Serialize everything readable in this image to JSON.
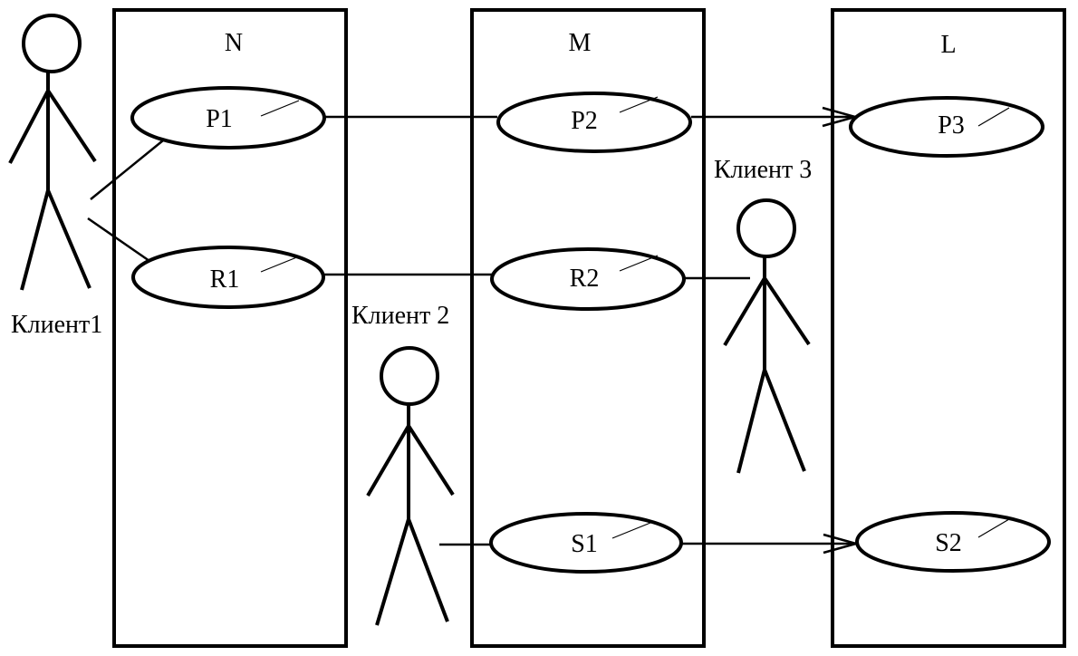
{
  "diagram": {
    "swimlanes": [
      {
        "id": "N",
        "title": "N"
      },
      {
        "id": "M",
        "title": "M"
      },
      {
        "id": "L",
        "title": "L"
      }
    ],
    "use_cases": [
      {
        "id": "P1",
        "label": "P1"
      },
      {
        "id": "R1",
        "label": "R1"
      },
      {
        "id": "P2",
        "label": "P2"
      },
      {
        "id": "R2",
        "label": "R2"
      },
      {
        "id": "S1",
        "label": "S1"
      },
      {
        "id": "P3",
        "label": "P3"
      },
      {
        "id": "S2",
        "label": "S2"
      }
    ],
    "actors": [
      {
        "id": "client1",
        "label": "Клиент1"
      },
      {
        "id": "client2",
        "label": "Клиент 2"
      },
      {
        "id": "client3",
        "label": "Клиент 3"
      }
    ],
    "connections": [
      {
        "from": "client1",
        "to": "P1",
        "arrow": false
      },
      {
        "from": "client1",
        "to": "R1",
        "arrow": false
      },
      {
        "from": "P1",
        "to": "P2",
        "arrow": false
      },
      {
        "from": "P2",
        "to": "P3",
        "arrow": true
      },
      {
        "from": "R1",
        "to": "R2",
        "arrow": false
      },
      {
        "from": "R2",
        "to": "client3",
        "arrow": false
      },
      {
        "from": "client2",
        "to": "S1",
        "arrow": false
      },
      {
        "from": "S1",
        "to": "S2",
        "arrow": true
      }
    ]
  }
}
